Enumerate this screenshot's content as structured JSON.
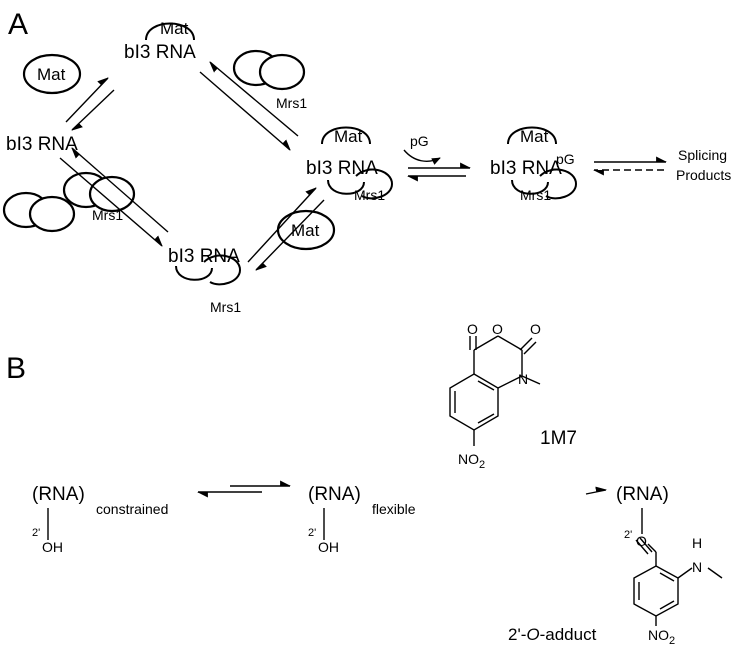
{
  "panels": {
    "a": "A",
    "b": "B"
  },
  "panel_a": {
    "bi3": "bI3 RNA",
    "mat": "Mat",
    "mrs1": "Mrs1",
    "pg": "pG",
    "splicing": "Splicing",
    "products": "Products"
  },
  "panel_b": {
    "rna_open": "(RNA)",
    "constrained": "constrained",
    "flexible": "flexible",
    "two_prime": "2'",
    "oh": "OH",
    "o": "O",
    "n": "N",
    "h": "H",
    "no2": "NO",
    "no2_sub": "2",
    "reagent": "1M7",
    "adduct_prefix": "2'-",
    "adduct_o": "O",
    "adduct_suffix": "-adduct"
  }
}
